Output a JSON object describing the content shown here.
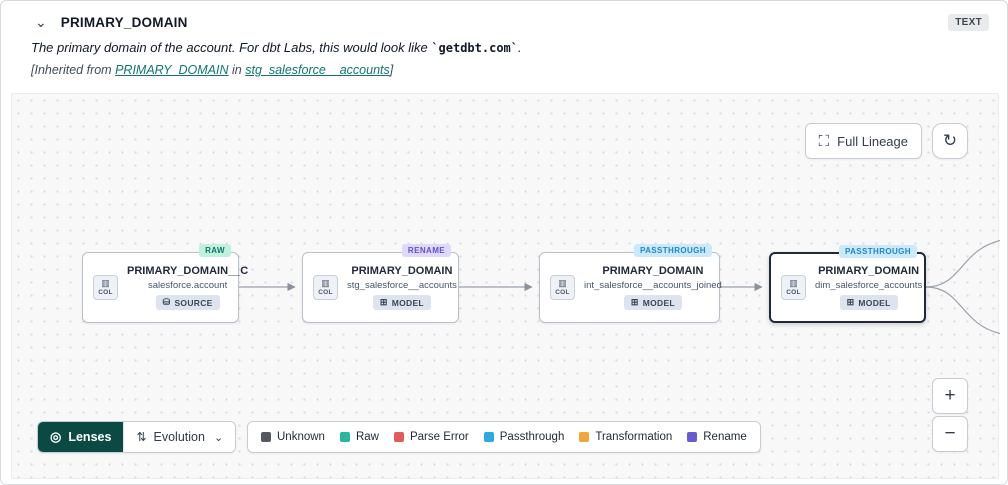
{
  "icons": {
    "chevron_down": "⌄",
    "expand": "⛶",
    "refresh": "↻",
    "lenses": "◎",
    "evolution": "⇅",
    "column": "▥",
    "source": "⛁",
    "model": "⊞"
  },
  "header": {
    "title": "PRIMARY_DOMAIN",
    "type_badge": "TEXT",
    "description": {
      "prefix": "The primary domain of the account. For dbt Labs, this would look like ",
      "code": "`getdbt.com`",
      "suffix": "."
    },
    "inherited": {
      "prefix": "[Inherited from ",
      "column_link": "PRIMARY_DOMAIN",
      "infix": " in ",
      "model_link": "stg_salesforce__accounts",
      "suffix": "]"
    }
  },
  "toolbar": {
    "full_lineage_label": "Full Lineage"
  },
  "zoom": {
    "in": "+",
    "out": "−"
  },
  "nodes": [
    {
      "badge": "RAW",
      "badge_bg": "#c2f0de",
      "badge_fg": "#0e7569",
      "col_label": "COL",
      "title": "PRIMARY_DOMAIN__C",
      "subtitle": "salesforce.account",
      "type": "SOURCE"
    },
    {
      "badge": "RENAME",
      "badge_bg": "#ded9f8",
      "badge_fg": "#5f51c7",
      "col_label": "COL",
      "title": "PRIMARY_DOMAIN",
      "subtitle": "stg_salesforce__accounts",
      "type": "MODEL"
    },
    {
      "badge": "PASSTHROUGH",
      "badge_bg": "#cbe9fb",
      "badge_fg": "#1f86c9",
      "col_label": "COL",
      "title": "PRIMARY_DOMAIN",
      "subtitle": "int_salesforce__accounts_joined",
      "type": "MODEL"
    },
    {
      "badge": "PASSTHROUGH",
      "badge_bg": "#cbe9fb",
      "badge_fg": "#1f86c9",
      "col_label": "COL",
      "title": "PRIMARY_DOMAIN",
      "subtitle": "dim_salesforce_accounts",
      "type": "MODEL"
    }
  ],
  "footer": {
    "lenses_label": "Lenses",
    "evolution_label": "Evolution",
    "legend": [
      {
        "label": "Unknown",
        "color": "#55595f"
      },
      {
        "label": "Raw",
        "color": "#2ab5a0"
      },
      {
        "label": "Parse Error",
        "color": "#e05c5c"
      },
      {
        "label": "Passthrough",
        "color": "#2ea8e0"
      },
      {
        "label": "Transformation",
        "color": "#f0a63a"
      },
      {
        "label": "Rename",
        "color": "#685bcb"
      }
    ]
  }
}
